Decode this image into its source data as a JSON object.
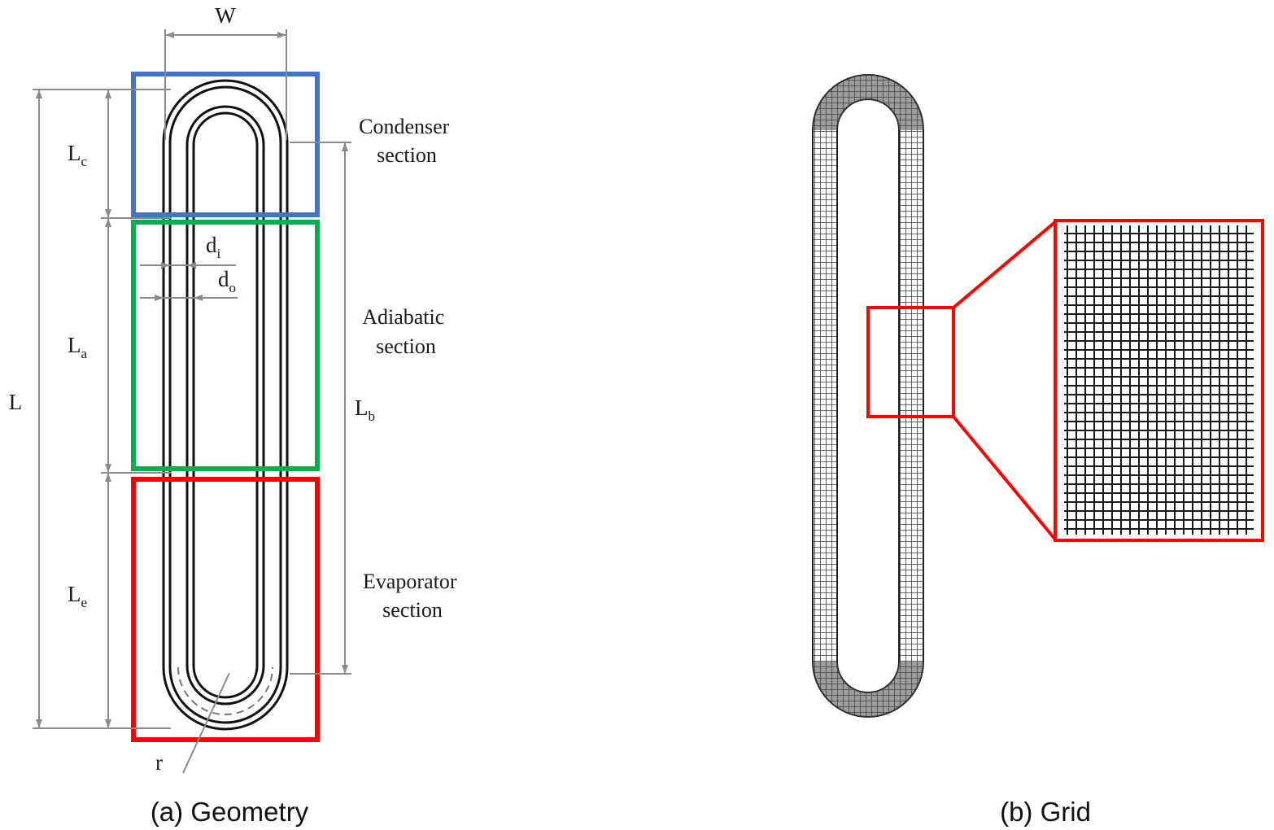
{
  "panel_a": {
    "caption": "(a) Geometry",
    "dimension_labels": {
      "width": "W",
      "total_length": "L",
      "condenser_length": {
        "main": "L",
        "sub": "c"
      },
      "adiabatic_length": {
        "main": "L",
        "sub": "a"
      },
      "evaporator_length": {
        "main": "L",
        "sub": "e"
      },
      "bend_length": {
        "main": "L",
        "sub": "b"
      },
      "inner_diameter": {
        "main": "d",
        "sub": "i"
      },
      "outer_diameter": {
        "main": "d",
        "sub": "o"
      },
      "radius": "r"
    },
    "sections": [
      {
        "line1": "Condenser",
        "line2": "section",
        "color": "#4472c4"
      },
      {
        "line1": "Adiabatic",
        "line2": "section",
        "color": "#00b050"
      },
      {
        "line1": "Evaporator",
        "line2": "section",
        "color": "#ff0000"
      }
    ]
  },
  "panel_b": {
    "caption": "(b) Grid",
    "zoom_box_color": "#ff0000"
  }
}
